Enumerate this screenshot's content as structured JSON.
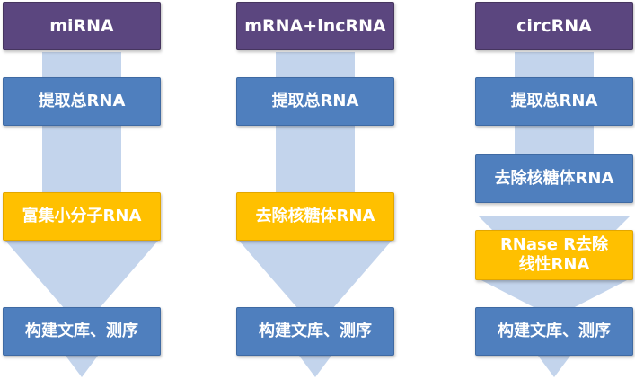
{
  "colors": {
    "title_bg": "#5b467f",
    "step_bg": "#4f7fbe",
    "highlight_bg": "#ffc000",
    "connector": "#c3d4ec"
  },
  "columns": [
    {
      "title": "miRNA",
      "steps": [
        "提取总RNA",
        "富集小分子RNA",
        "构建文库、测序"
      ]
    },
    {
      "title": "mRNA+lncRNA",
      "steps": [
        "提取总RNA",
        "去除核糖体RNA",
        "构建文库、测序"
      ]
    },
    {
      "title": "circRNA",
      "steps": [
        "提取总RNA",
        "去除核糖体RNA",
        "RNase R去除线性RNA",
        "构建文库、测序"
      ]
    }
  ]
}
